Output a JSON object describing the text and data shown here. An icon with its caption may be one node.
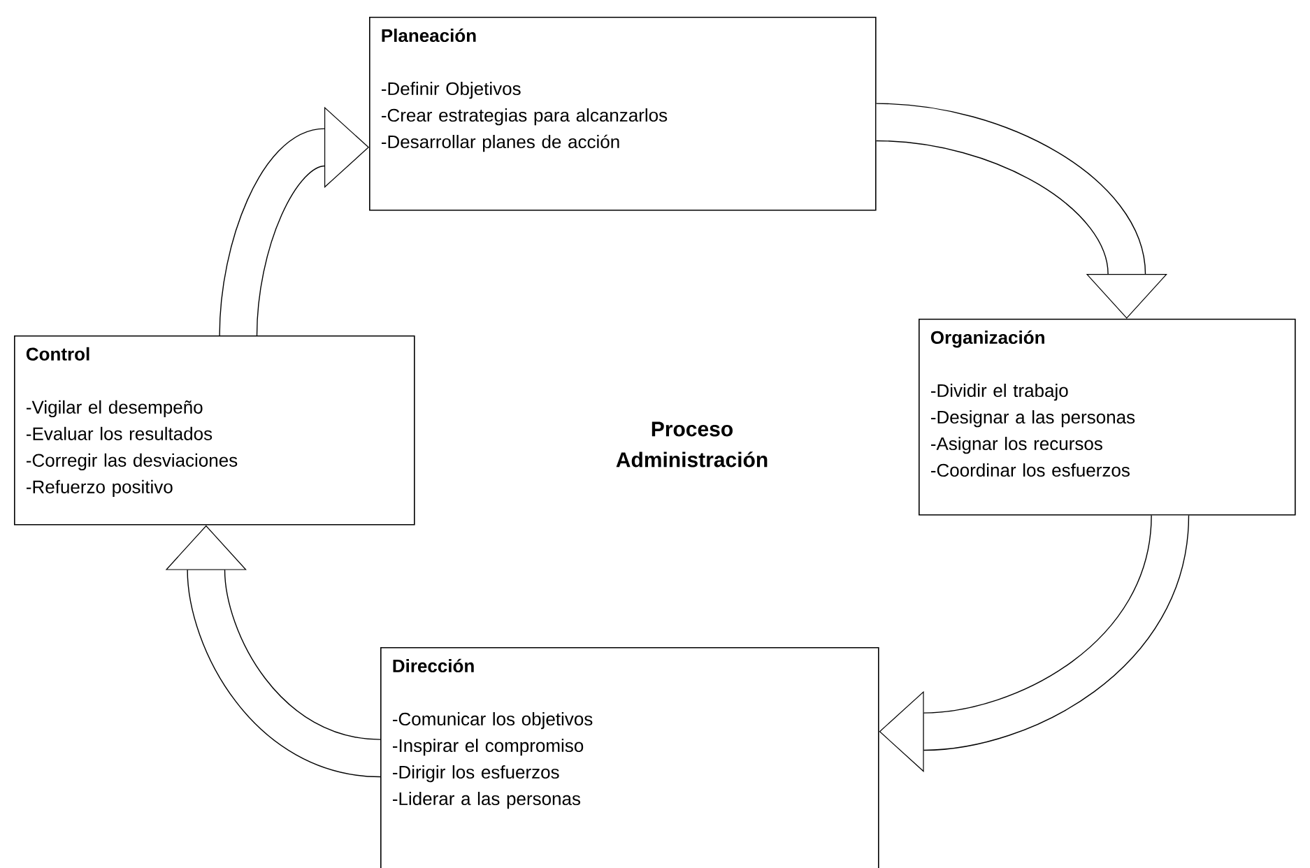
{
  "diagram": {
    "nodes": [
      {
        "text": [
          "Planeación",
          "-Definir Objetivos",
          "-Crear estrategias para alcanzarlos",
          "-Desarrollar planes de acción"
        ]
      },
      {
        "text": [
          "Organización",
          "-Dividir el trabajo",
          "-Designar a las personas",
          "-Asignar los recursos",
          "-Coordinar los esfuerzos"
        ]
      },
      {
        "text": [
          "Dirección",
          "-Comunicar los objetivos",
          "-Inspirar el compromiso",
          "-Dirigir los esfuerzos",
          "-Liderar a las personas"
        ]
      },
      {
        "text": [
          "Control",
          "-Vigilar el desempeño",
          "-Evaluar los resultados",
          "-Corregir las desviaciones",
          "-Refuerzo positivo"
        ]
      }
    ],
    "edges": [
      {
        "from": 3,
        "to": 0,
        "arrow": "to"
      },
      {
        "from": 0,
        "to": 1,
        "arrow": "to"
      },
      {
        "from": 1,
        "to": 2,
        "arrow": "to"
      },
      {
        "from": 2,
        "to": 3,
        "arrow": "to"
      }
    ],
    "labels": [
      "Proceso Administración"
    ]
  }
}
